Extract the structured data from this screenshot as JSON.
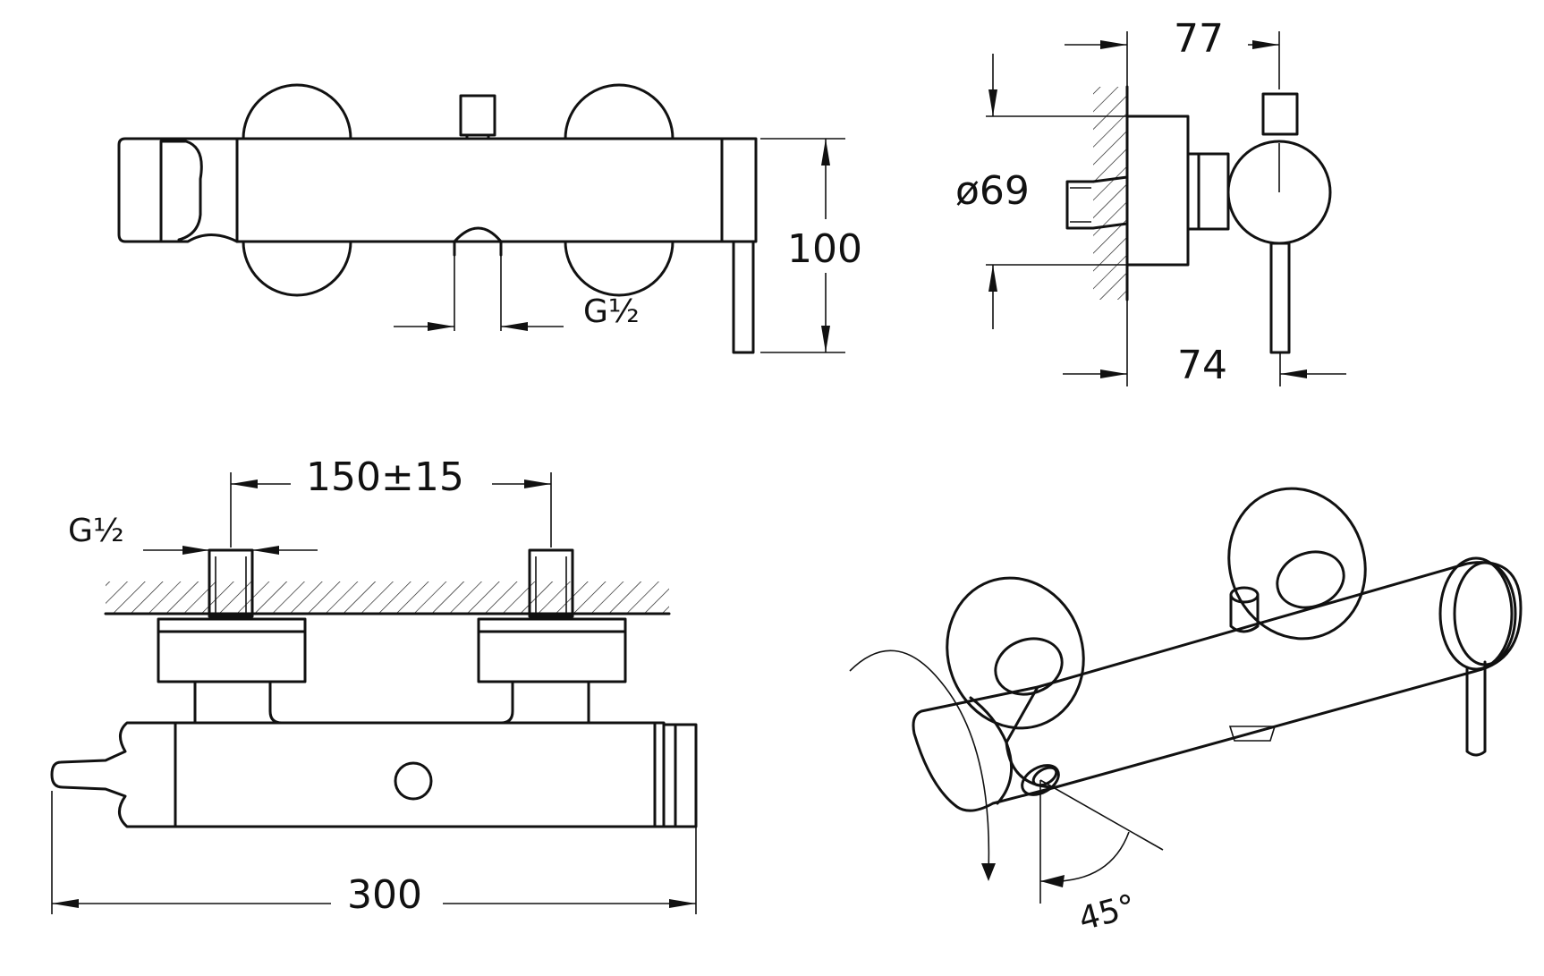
{
  "dimensions": {
    "height": "100",
    "depth_top": "77",
    "rosette_diameter": "ø69",
    "depth_bottom": "74",
    "center_distance": "150±15",
    "thread_top": "G½",
    "thread_front": "G½",
    "length": "300",
    "angle": "45°"
  },
  "colors": {
    "line": "#111111",
    "background": "#ffffff"
  }
}
